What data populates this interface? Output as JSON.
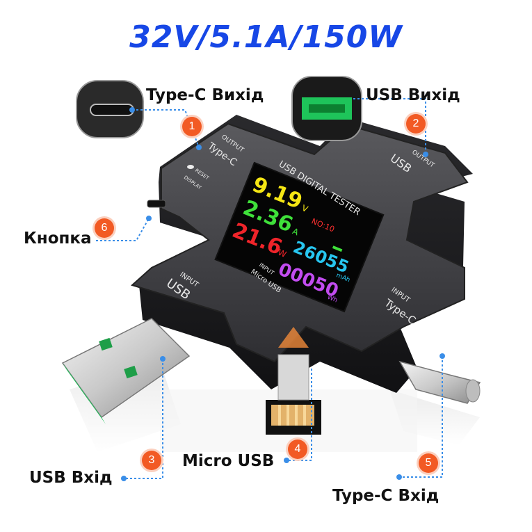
{
  "headline": "32V/5.1A/150W",
  "callouts": [
    {
      "num": "1",
      "label": "Type-C Вихід"
    },
    {
      "num": "2",
      "label": "USB Вихід"
    },
    {
      "num": "3",
      "label": "USB Вхід"
    },
    {
      "num": "4",
      "label": "Micro USB"
    },
    {
      "num": "5",
      "label": "Type-C Вхід"
    },
    {
      "num": "6",
      "label": "Кнопка"
    }
  ],
  "device": {
    "title": "USB DIGITAL TESTER",
    "port_labels": {
      "top_left": "Type-C",
      "top_left_sub": "OUTPUT",
      "top_right": "USB",
      "top_right_sub": "OUTPUT",
      "left": "USB",
      "left_sub": "INPUT",
      "right": "Type-C",
      "right_sub": "INPUT",
      "bottom": "Micro USB",
      "bottom_sub": "INPUT",
      "button_top": "RESET",
      "button_bottom": "DISPLAY"
    },
    "screen": {
      "voltage": "9.19",
      "voltage_unit": "V",
      "current": "2.36",
      "current_unit": "A",
      "index": "NO:10",
      "power": "21.6",
      "power_unit": "W",
      "capacity": "26055",
      "capacity_unit": "mAh",
      "energy": "00050",
      "energy_unit": "Wh"
    }
  },
  "colors": {
    "headline": "#1747e6",
    "callout_badge": "#f25a24",
    "callout_line": "#3a8ee8",
    "voltage": "#f5e614",
    "current": "#3fe03a",
    "power": "#f0242a",
    "capacity": "#27c6f0",
    "energy": "#c24cf0",
    "index": "#ff3030"
  }
}
